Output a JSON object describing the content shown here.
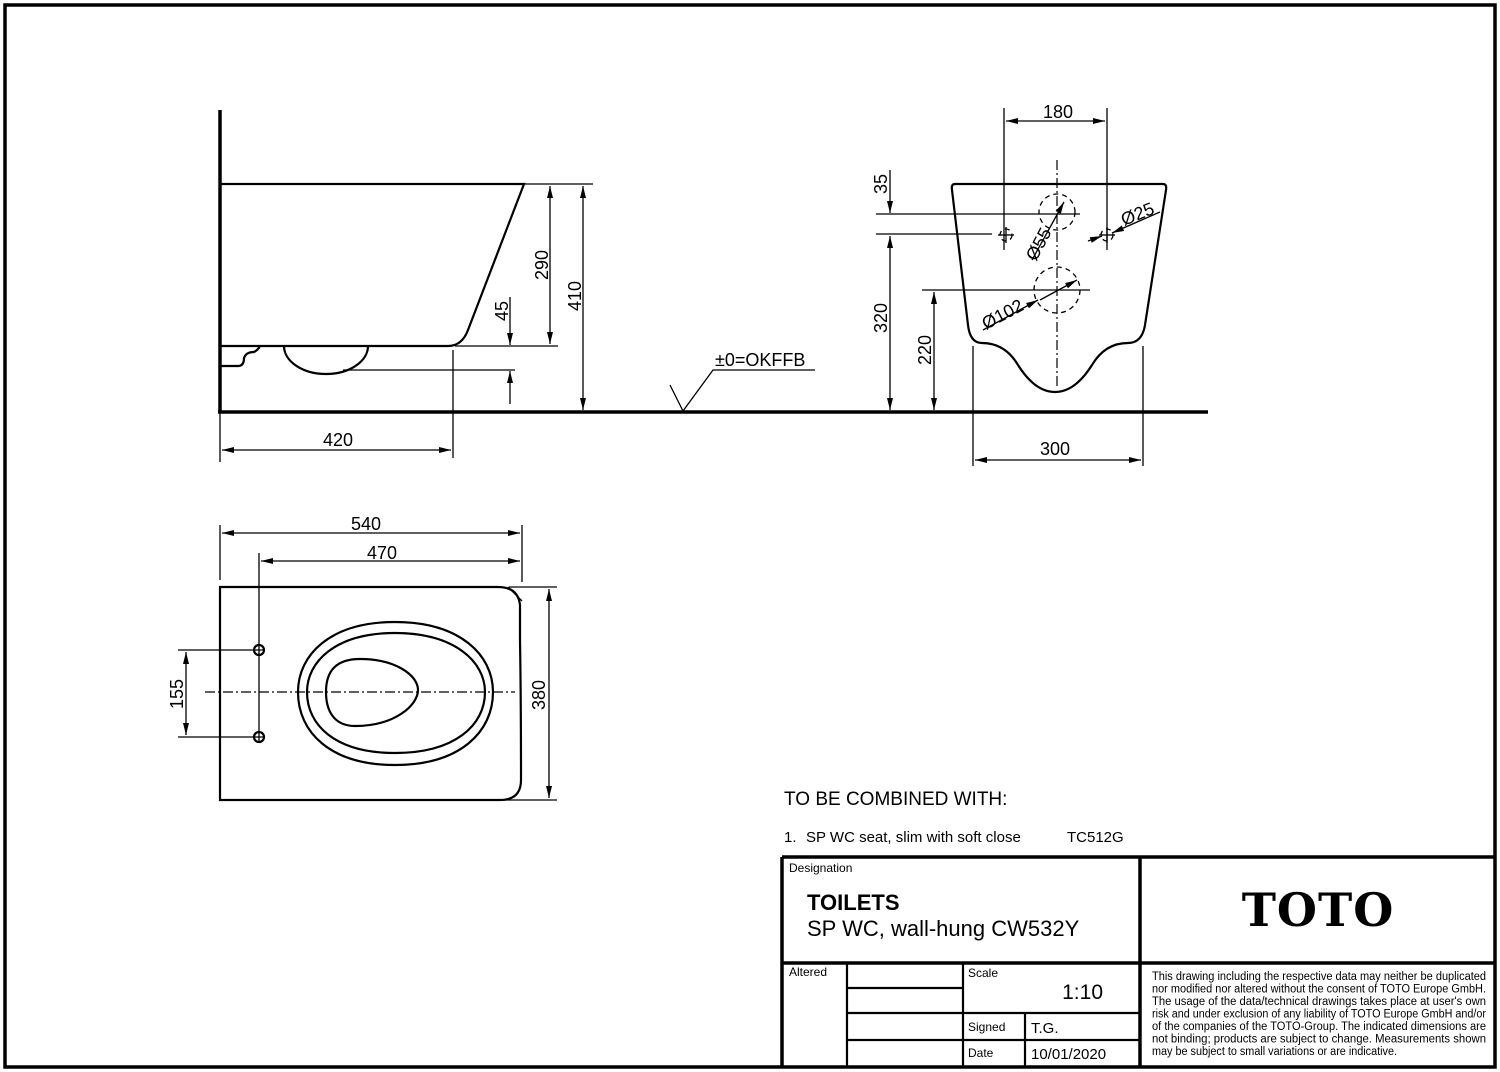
{
  "side_view": {
    "dim_height_bowl": "290",
    "dim_height_total": "410",
    "dim_gap": "45",
    "dim_depth": "420",
    "floor_reference": "±0=OKFFB"
  },
  "front_view": {
    "dim_fixing_spacing": "180",
    "dim_offset": "35",
    "dim_fixing_height": "320",
    "dim_outlet_height": "220",
    "dim_width": "300",
    "dia_inlet": "Ø55",
    "dia_fixing": "Ø25",
    "dia_outlet": "Ø102"
  },
  "top_view": {
    "dim_length": "540",
    "dim_seat_holes": "470",
    "dim_hole_spacing": "155",
    "dim_width": "380"
  },
  "combined": {
    "heading": "TO BE COMBINED WITH:",
    "items": [
      {
        "number": "1.",
        "description": "SP WC seat, slim with soft close",
        "code": "TC512G"
      }
    ]
  },
  "title_block": {
    "designation_label": "Designation",
    "category": "TOILETS",
    "product": "SP WC, wall-hung CW532Y",
    "logo": "TOTO",
    "altered_label": "Altered",
    "scale_label": "Scale",
    "scale_value": "1:10",
    "signed_label": "Signed",
    "signed_value": "T.G.",
    "date_label": "Date",
    "date_value": "10/01/2020",
    "disclaimer_lines": [
      "This drawing including the respective data may neither be duplicated",
      "nor modified nor altered without the consent of TOTO Europe GmbH.",
      "The usage of the data/technical drawings takes place at user's own",
      "risk and under exclusion of any liability of TOTO Europe GmbH and/or",
      "of the companies of the TOTO-Group. The indicated dimensions are",
      "not binding; products are subject to change. Measurements shown",
      "may be subject to small variations or are indicative."
    ]
  }
}
